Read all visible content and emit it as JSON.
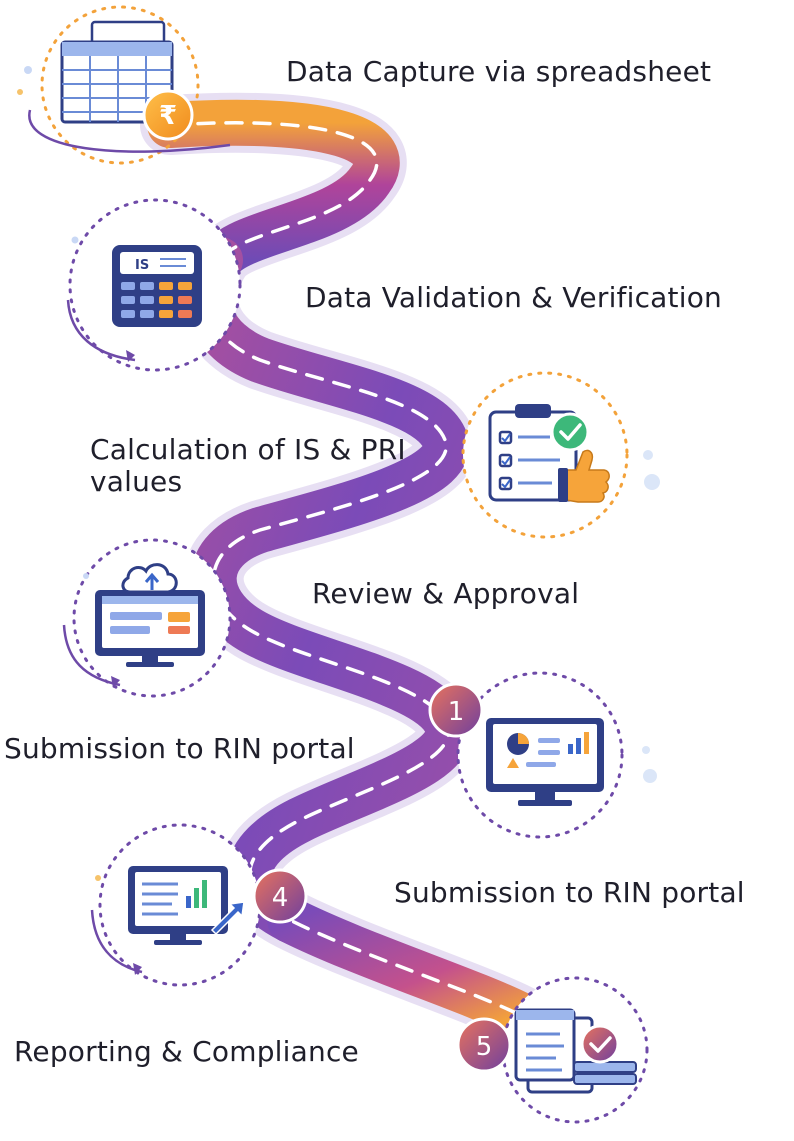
{
  "steps": [
    {
      "label": "Data Capture via spreadsheet",
      "icon": "spreadsheet-rupee-icon"
    },
    {
      "label": "Data Validation & Verification",
      "icon": "calculator-is-icon"
    },
    {
      "label": "Calculation of IS & PRI values",
      "icon": "checklist-thumbs-up-icon"
    },
    {
      "label": "Review & Approval",
      "icon": "cloud-upload-monitor-icon"
    },
    {
      "label": "Submission to RIN portal",
      "icon": "analytics-monitor-icon",
      "badge": "1"
    },
    {
      "label": "Submission to RIN portal",
      "icon": "report-arrow-monitor-icon",
      "badge": "4"
    },
    {
      "label": "Reporting & Compliance",
      "icon": "document-check-icon",
      "badge": "5"
    }
  ],
  "icon_text": {
    "calculator_label": "IS",
    "rupee_symbol": "₹"
  },
  "colors": {
    "road_purple": "#7b4bb8",
    "road_magenta": "#b0449a",
    "road_orange": "#f3a23a",
    "navy": "#2f3f86",
    "accent_orange": "#f6a43a",
    "badge_from": "#e16a63",
    "badge_to": "#6e3f9f",
    "green_check": "#3db87a",
    "text": "#1f1f2b"
  }
}
